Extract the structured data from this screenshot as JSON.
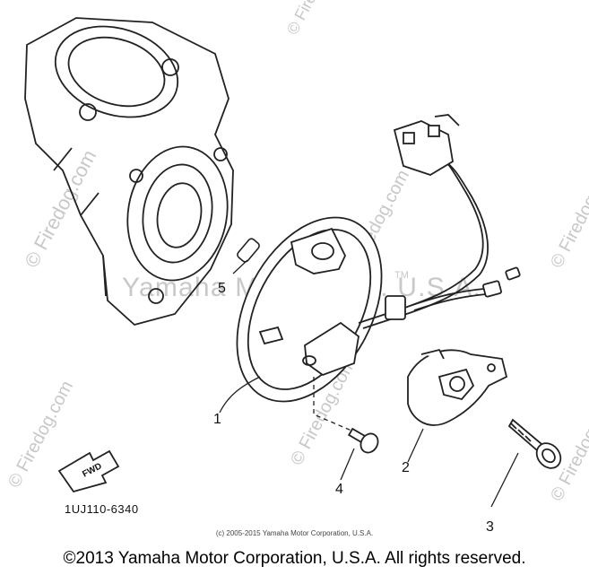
{
  "diagram": {
    "part_callouts": [
      "1",
      "2",
      "3",
      "4",
      "5"
    ],
    "drawing_code": "1UJ110-6340",
    "fwd_badge": "FWD"
  },
  "watermarks": {
    "firedog": "© Firedog.com",
    "yamaha_center": "Yamaha Motor Corp. U.S.A.",
    "tm": "TM"
  },
  "footer": {
    "small_copyright": "(c) 2005-2015 Yamaha Motor Corporation, U.S.A.",
    "main_copyright": "©2013 Yamaha Motor Corporation, U.S.A. All rights reserved."
  }
}
